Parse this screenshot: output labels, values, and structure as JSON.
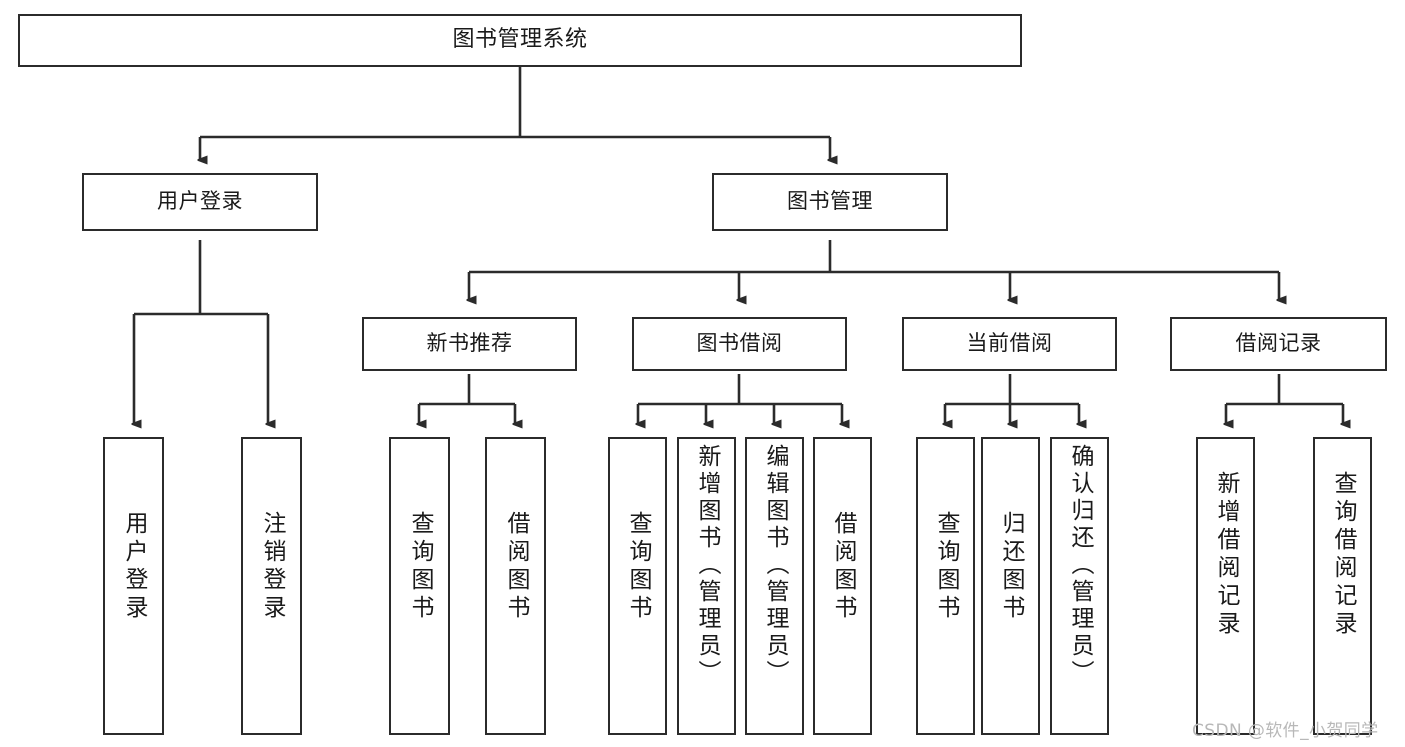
{
  "diagram": {
    "title": "图书管理系统",
    "type": "tree",
    "watermark": "CSDN @软件_小贺同学",
    "colors": {
      "stroke": "#2b2b2b",
      "fill": "#ffffff",
      "text": "#1a1a1a",
      "watermark": "#b8b8b8"
    },
    "nodes": {
      "root": {
        "label": "图书管理系统",
        "level": 1,
        "orientation": "horizontal"
      },
      "l2": [
        {
          "id": "user-login",
          "label": "用户登录",
          "level": 2,
          "orientation": "horizontal"
        },
        {
          "id": "book-manage",
          "label": "图书管理",
          "level": 2,
          "orientation": "horizontal"
        }
      ],
      "l3": [
        {
          "id": "new-book-rec",
          "label": "新书推荐",
          "level": 3,
          "orientation": "horizontal"
        },
        {
          "id": "book-borrow",
          "label": "图书借阅",
          "level": 3,
          "orientation": "horizontal"
        },
        {
          "id": "current-borrow",
          "label": "当前借阅",
          "level": 3,
          "orientation": "horizontal"
        },
        {
          "id": "borrow-record",
          "label": "借阅记录",
          "level": 3,
          "orientation": "horizontal"
        }
      ],
      "leaves": [
        {
          "id": "leaf-user-login",
          "label": "用户登录",
          "parent": "user-login",
          "orientation": "vertical"
        },
        {
          "id": "leaf-user-logout",
          "label": "注销登录",
          "parent": "user-login",
          "orientation": "vertical"
        },
        {
          "id": "leaf-query-book-1",
          "label": "查询图书",
          "parent": "new-book-rec",
          "orientation": "vertical"
        },
        {
          "id": "leaf-borrow-book-1",
          "label": "借阅图书",
          "parent": "new-book-rec",
          "orientation": "vertical"
        },
        {
          "id": "leaf-query-book-2",
          "label": "查询图书",
          "parent": "book-borrow",
          "orientation": "vertical"
        },
        {
          "id": "leaf-add-book",
          "label": "新增图书（管理员）",
          "parent": "book-borrow",
          "orientation": "vertical"
        },
        {
          "id": "leaf-edit-book",
          "label": "编辑图书（管理员）",
          "parent": "book-borrow",
          "orientation": "vertical"
        },
        {
          "id": "leaf-borrow-book-2",
          "label": "借阅图书",
          "parent": "book-borrow",
          "orientation": "vertical"
        },
        {
          "id": "leaf-query-book-3",
          "label": "查询图书",
          "parent": "current-borrow",
          "orientation": "vertical"
        },
        {
          "id": "leaf-return-book",
          "label": "归还图书",
          "parent": "current-borrow",
          "orientation": "vertical"
        },
        {
          "id": "leaf-confirm-return",
          "label": "确认归还（管理员）",
          "parent": "current-borrow",
          "orientation": "vertical"
        },
        {
          "id": "leaf-add-record",
          "label": "新增借阅记录",
          "parent": "borrow-record",
          "orientation": "vertical"
        },
        {
          "id": "leaf-query-record",
          "label": "查询借阅记录",
          "parent": "borrow-record",
          "orientation": "vertical"
        }
      ]
    }
  }
}
